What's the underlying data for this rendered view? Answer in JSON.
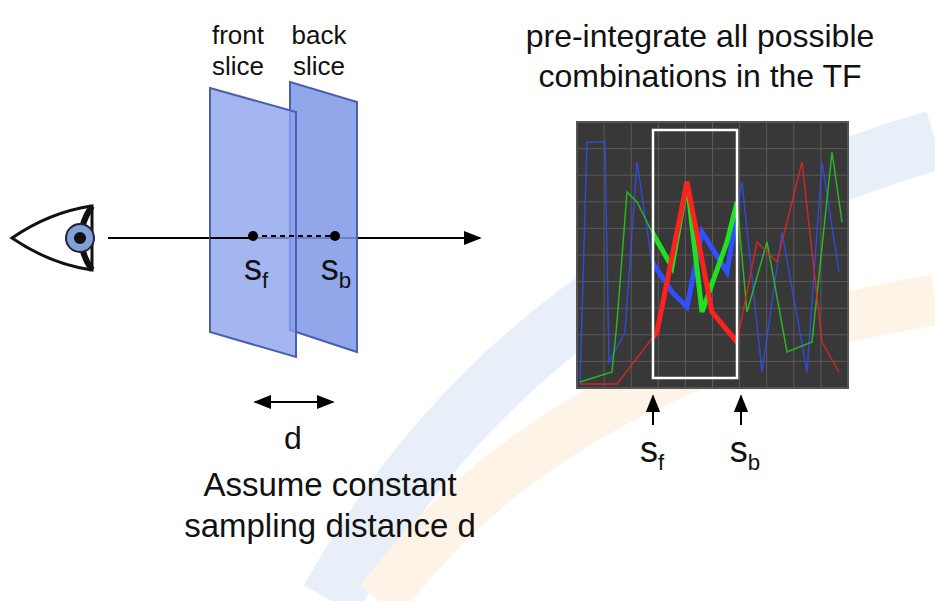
{
  "diagram": {
    "nodes": [
      {
        "text": [
          "front slice",
          "sf"
        ]
      },
      {
        "text": [
          "back slice",
          "sb"
        ]
      }
    ],
    "labels": [
      "pre-integrate all possible combinations in the TF",
      "d",
      "Assume constant sampling distance d",
      "sf",
      "sb"
    ]
  }
}
